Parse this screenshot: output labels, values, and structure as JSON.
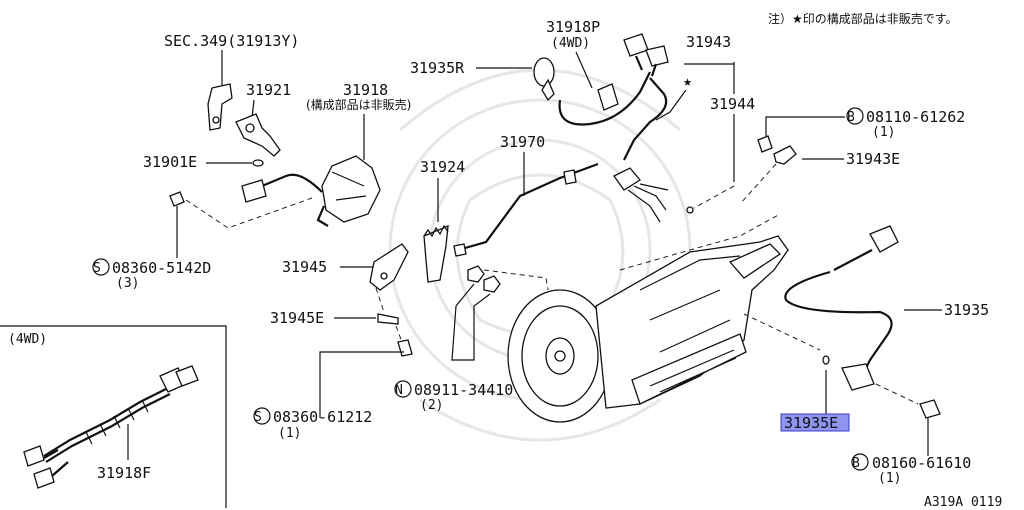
{
  "note": "注）★印の構成部品は非販売です。",
  "star_symbol": "★",
  "labels": {
    "sec349": "SEC.349(31913Y)",
    "p31921": "31921",
    "p31918": "31918",
    "p31918_note": "(構成部品は非販売)",
    "p31901E": "31901E",
    "p08360_5142D": "08360-5142D",
    "p08360_5142D_qty": "(3)",
    "p31924": "31924",
    "p31970": "31970",
    "p31945": "31945",
    "p31945E": "31945E",
    "p08360_61212": "08360-61212",
    "p08360_61212_qty": "(1)",
    "p08911_34410": "08911-34410",
    "p08911_34410_qty": "(2)",
    "p31935R": "31935R",
    "p31918P": "31918P",
    "p31918P_sub": "(4WD)",
    "p31943": "31943",
    "p31944": "31944",
    "p08110_61262": "08110-61262",
    "p08110_61262_qty": "(1)",
    "p31943E": "31943E",
    "p31935": "31935",
    "p31935E": "31935E",
    "p08160_61610": "08160-61610",
    "p08160_61610_qty": "(1)",
    "inset_title": "(4WD)",
    "p31918F": "31918F",
    "figure_code": "A319A 0119"
  },
  "prefix_markers": {
    "S": "S",
    "N": "N",
    "B": "B"
  },
  "colors": {
    "highlight": "#8f94ee",
    "highlight_border": "#3b3bd0",
    "ink": "#111111",
    "watermark": "#e6e6e6"
  }
}
